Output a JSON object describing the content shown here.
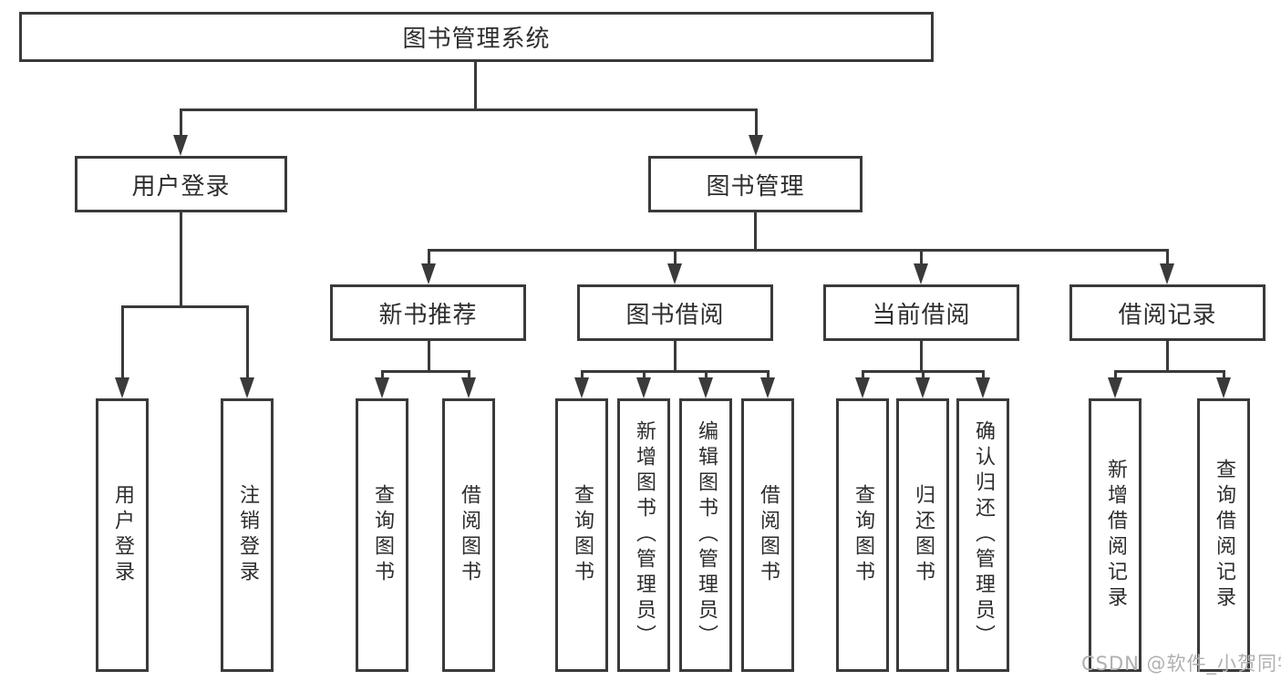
{
  "diagram": {
    "root": {
      "label": "图书管理系统"
    },
    "branches": [
      {
        "label": "用户登录",
        "children": [
          {
            "label": "用户登录"
          },
          {
            "label": "注销登录"
          }
        ]
      },
      {
        "label": "图书管理",
        "children": [
          {
            "label": "新书推荐",
            "children": [
              {
                "label": "查询图书"
              },
              {
                "label": "借阅图书"
              }
            ]
          },
          {
            "label": "图书借阅",
            "children": [
              {
                "label": "查询图书"
              },
              {
                "label": "新增图书（管理员）"
              },
              {
                "label": "编辑图书（管理员）"
              },
              {
                "label": "借阅图书"
              }
            ]
          },
          {
            "label": "当前借阅",
            "children": [
              {
                "label": "查询图书"
              },
              {
                "label": "归还图书"
              },
              {
                "label": "确认归还（管理员）"
              }
            ]
          },
          {
            "label": "借阅记录",
            "children": [
              {
                "label": "新增借阅记录"
              },
              {
                "label": "查询借阅记录"
              }
            ]
          }
        ]
      }
    ]
  },
  "watermark": {
    "text": "CSDN @软件_小贺同学"
  },
  "colors": {
    "line": "#3a3a3a",
    "text": "#2d2d2d",
    "watermark": "#b0b0b0",
    "background": "#ffffff"
  }
}
